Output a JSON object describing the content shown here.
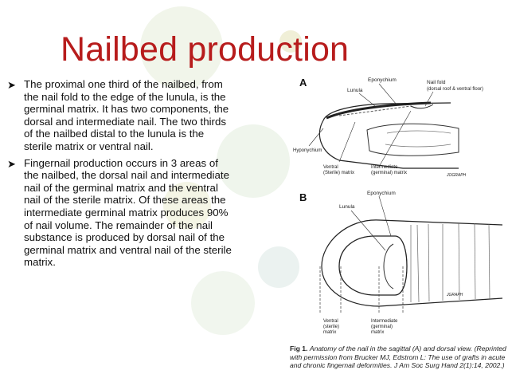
{
  "slide": {
    "title": "Nailbed production",
    "bullets": [
      "The proximal one third of the nailbed, from the nail fold to the edge of the lunula, is the germinal matrix. It has two components, the dorsal and intermediate nail. The two thirds of the nailbed distal to the lunula is the sterile matrix or ventral nail.",
      "Fingernail production occurs in 3 areas of the nailbed, the dorsal nail and intermediate nail of the germinal matrix and the ventral nail of the sterile matrix. Of these areas the intermediate germinal matrix produces 90% of nail volume. The remainder of the nail substance is produced by dorsal nail of the germinal matrix and ventral nail of the sterile matrix."
    ],
    "bullet_icon": "arrowhead-bullet-icon",
    "title_color": "#b71c1c",
    "decoration_color": "#eef3e6"
  },
  "figure": {
    "panel_a": {
      "letter": "A",
      "labels": {
        "eponychium": "Eponychium",
        "lunula": "Lunula",
        "nail_fold": "Nail fold",
        "nail_fold_detail": "(dorsal roof & ventral floor)",
        "hyponychium": "Hyponychium",
        "ventral_1": "Ventral",
        "ventral_2": "(Sterile) matrix",
        "intermediate_1": "Intermediate",
        "intermediate_2": "(germinal) matrix",
        "signature": "JOGRAPH"
      }
    },
    "panel_b": {
      "letter": "B",
      "labels": {
        "eponychium": "Eponychium",
        "lunula": "Lunula",
        "ventral_1": "Ventral",
        "ventral_2": "(sterile)",
        "ventral_3": "matrix",
        "intermediate_1": "Intermediate",
        "intermediate_2": "(germinal)",
        "intermediate_3": "matrix",
        "signature": "JGRAPH"
      }
    },
    "caption": {
      "fig": "Fig 1.",
      "text": "Anatomy of the nail in the sagittal (A) and dorsal view. (Reprinted with permission from Brucker MJ, Edstrom L: The use of grafts in acute and chronic fingernail deformities. J Am Soc Surg Hand 2(1):14, 2002.)"
    }
  }
}
